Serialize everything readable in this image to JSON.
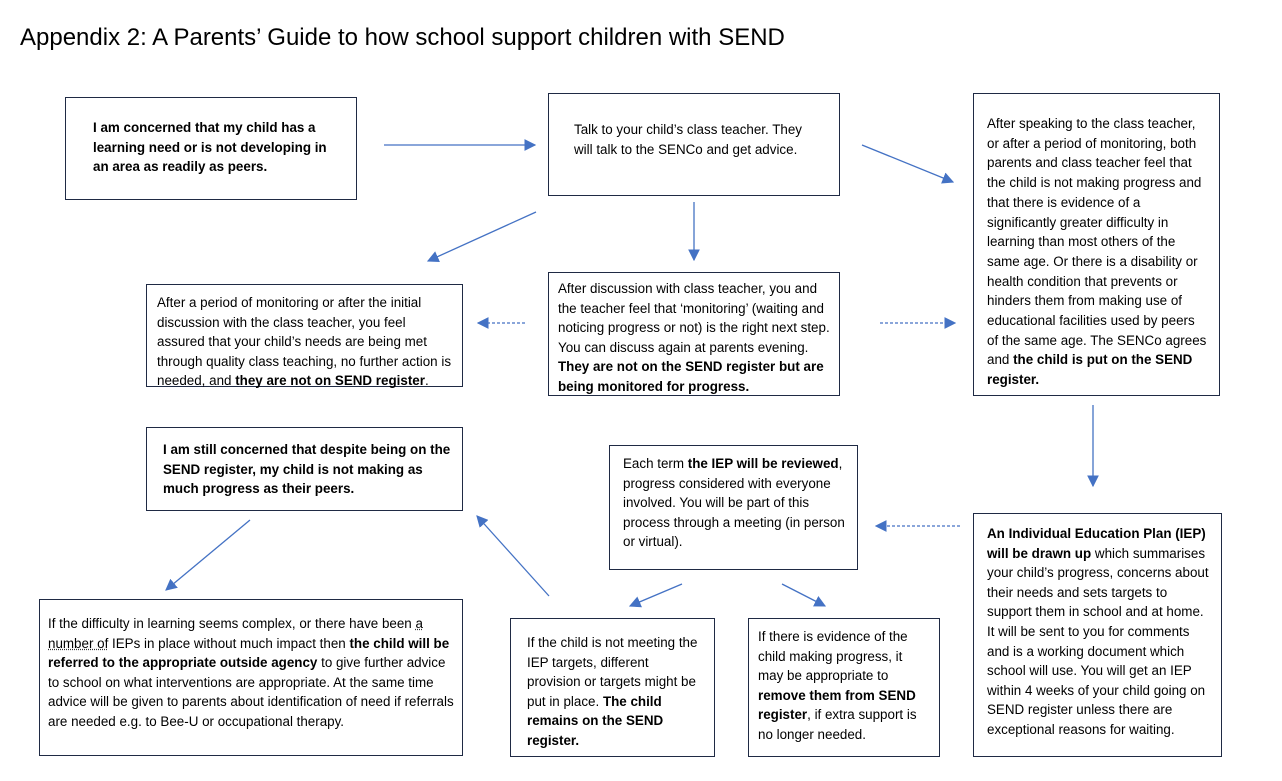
{
  "title": "Appendix 2: A Parents’ Guide to how school support children with SEND",
  "boxes": {
    "concern": {
      "bold": "I am concerned that my child has a learning need or is not developing in an area as readily as peers."
    },
    "talk": {
      "text": "Talk to your child’s class teacher.  They will talk to the SENCo and get advice."
    },
    "after_speaking": {
      "text": "After speaking to the class teacher, or after a period of monitoring, both parents and class teacher feel that the child is not making progress and that there is evidence of a significantly greater difficulty in learning than most others of the same age.  Or there is a disability or health condition that prevents or hinders them from making use of educational facilities used by peers of the same age.  The SENCo agrees and ",
      "bold": "the child is put on the SEND register."
    },
    "assured": {
      "text": "After a period of monitoring or after the initial discussion with the class teacher, you feel assured that your child’s needs are being met through quality class teaching, no further action is needed, and ",
      "bold": "they are not on SEND register",
      "tail": "."
    },
    "monitoring": {
      "text": "After discussion with class teacher, you and the teacher feel that ‘monitoring’ (waiting and noticing progress or not) is the right next step.  You can discuss again at parents evening.  ",
      "bold": "They are not on the SEND register but are being monitored for progress."
    },
    "still_concerned": {
      "bold": "I am still concerned that despite being on the SEND register, my child is not making as much progress as their peers."
    },
    "review": {
      "text1": "Each term ",
      "bold": "the IEP will be reviewed",
      "text2": ", progress considered with everyone involved.  You will be part of this process through a meeting (in person or virtual)."
    },
    "iep": {
      "bold": "An Individual Education Plan (IEP) will be drawn up",
      "text": " which summarises your child’s progress, concerns about their needs and sets targets to support them in school and at home.  It will be sent to you for comments and is a working document which school will use.  You will get an IEP within 4 weeks of your child going on SEND register unless there are exceptional reasons for waiting."
    },
    "complex": {
      "text1": "If the difficulty in learning seems complex, or there have been ",
      "dotted": "a number of",
      "text2": " IEPs in place without much impact then ",
      "bold": "the child will be referred to the appropriate outside agency",
      "text3": " to give further advice to school on what interventions are appropriate.  At the same time advice will be given to parents about identification of need if referrals are needed e.g. to Bee-U or occupational therapy."
    },
    "not_meeting": {
      "text": "If the child is not meeting the IEP targets, different provision or targets might be put in place.  ",
      "bold": "The child remains on the SEND register."
    },
    "progress": {
      "text1": "If there is evidence of the child making progress, it may be appropriate to ",
      "bold": "remove them from SEND register",
      "text2": ", if extra support is no longer needed."
    }
  },
  "colors": {
    "arrow": "#4472c4",
    "border": "#1f2a44"
  }
}
